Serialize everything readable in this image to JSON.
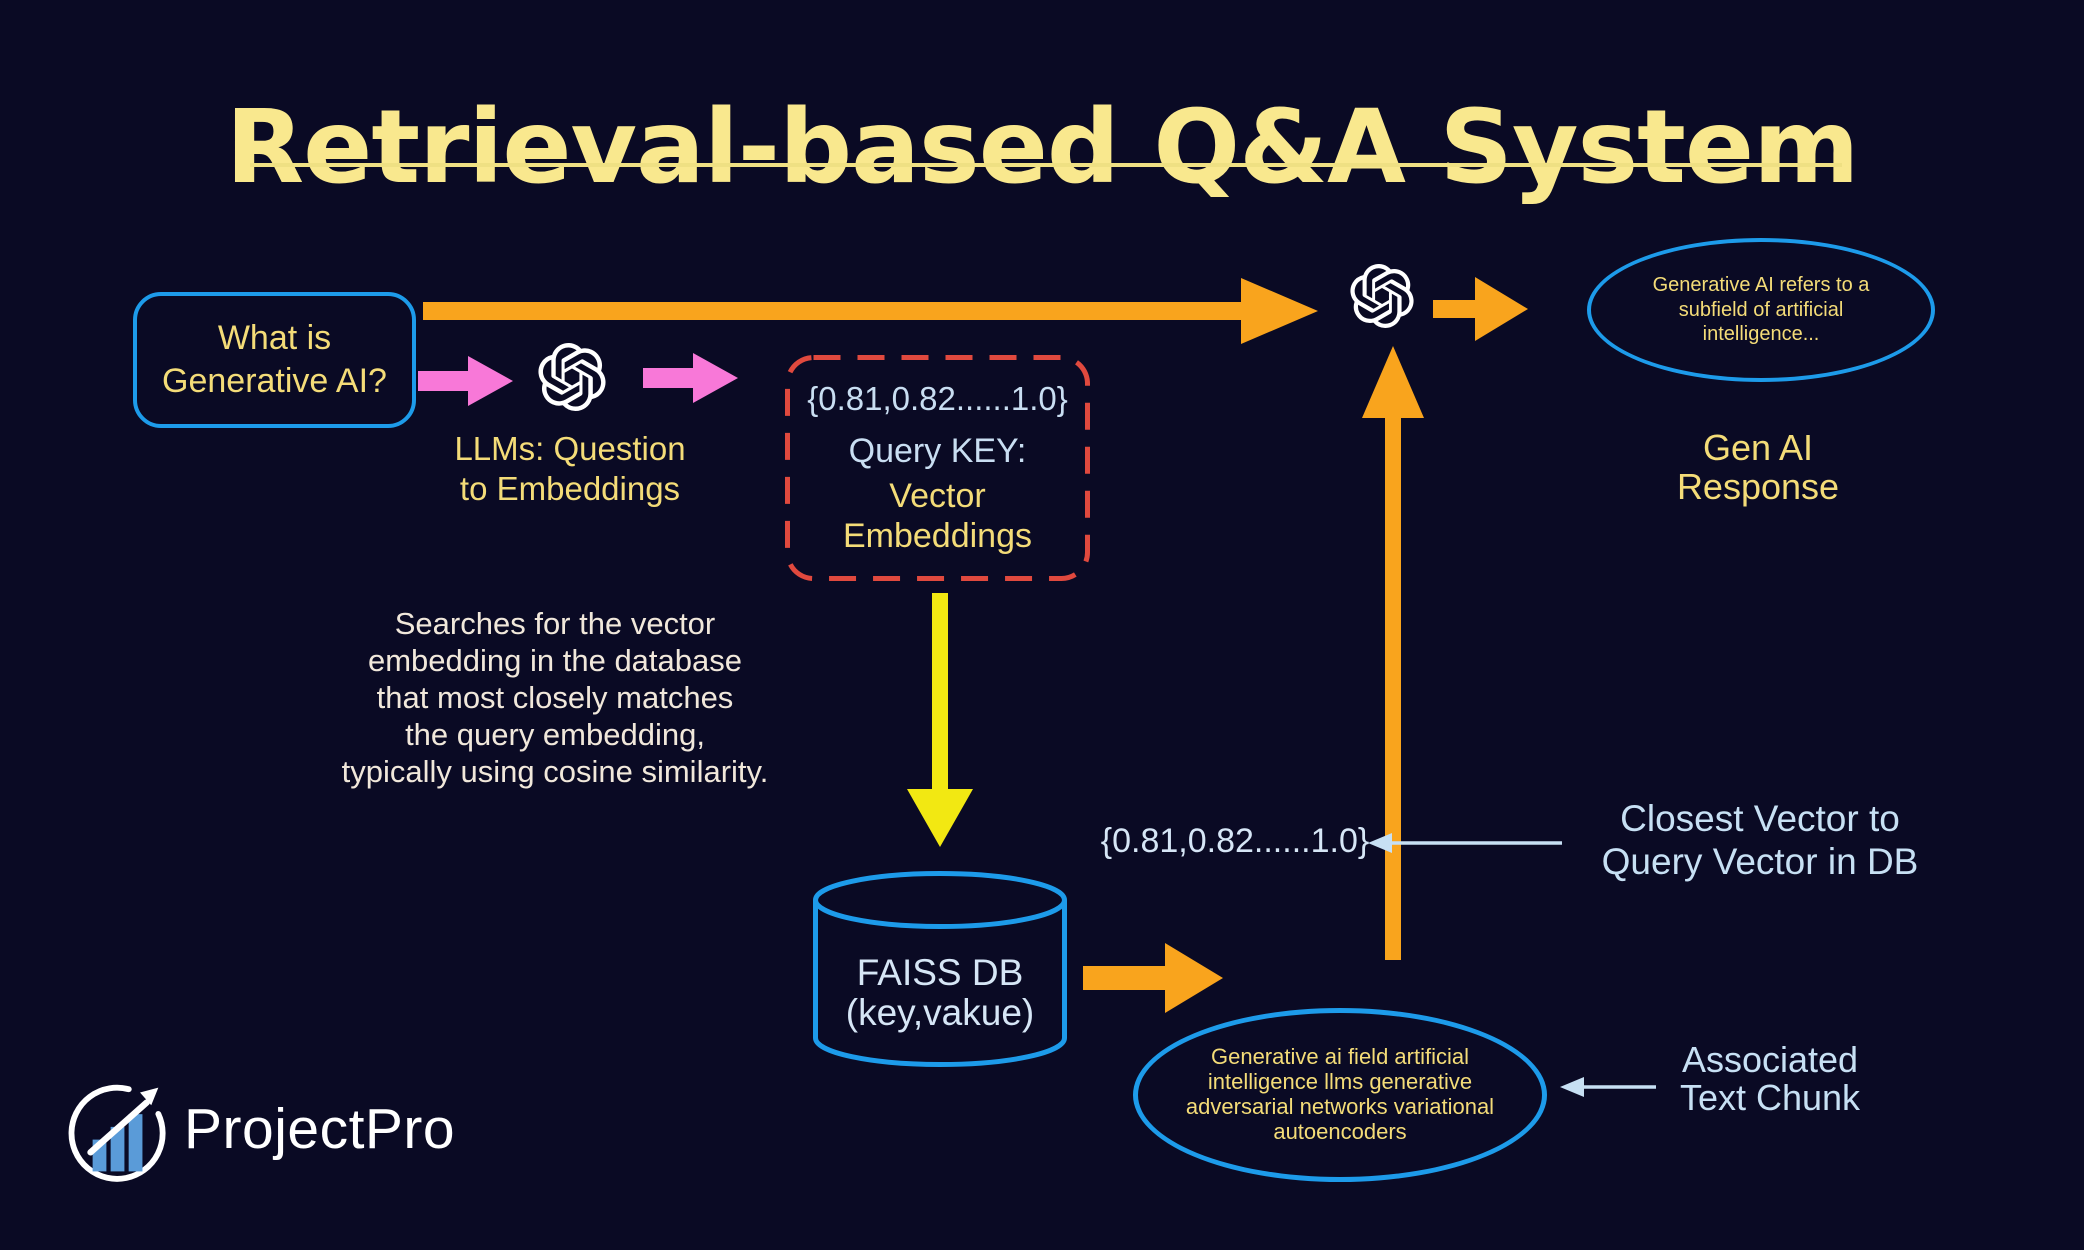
{
  "title": {
    "text": "Retrieval-based Q&A System"
  },
  "flow": {
    "question_box": "What is\nGenerative AI?",
    "llm_step_label": "LLMs: Question\nto Embeddings",
    "query_key_box": {
      "vector_value": "{0.81,0.82......1.0}",
      "title": "Query KEY:",
      "subtitle": "Vector\nEmbeddings"
    },
    "search_note": "Searches for the vector\nembedding in the database\nthat most closely matches\nthe query embedding,\ntypically using cosine similarity.",
    "faiss_db": {
      "title": "FAISS DB",
      "subtitle": "(key,vakue)"
    },
    "retrieved_chunk_ellipse": "Generative ai field artificial\nintelligence llms generative\nadversarial networks variational\nautoencoders",
    "closest_vector": {
      "value": "{0.81,0.82......1.0}",
      "label": "Closest Vector to\nQuery Vector in DB"
    },
    "associated_chunk_label": "Associated\nText Chunk",
    "response_ellipse": "Generative AI refers to a\nsubfield of artificial\nintelligence...",
    "response_label": "Gen AI\nResponse"
  },
  "brand": {
    "name": "ProjectPro"
  },
  "icons": {
    "question_encoder": "openai-logo",
    "answer_generator": "openai-logo",
    "vector_store": "database-cylinder",
    "brand_mark": "growth-chart-circle-arrow"
  },
  "colors": {
    "background": "#0a0a24",
    "title_yellow": "#f9e88e",
    "text_yellow": "#f4dc78",
    "border_blue": "#1d9bea",
    "arrow_orange": "#f9a41d",
    "arrow_pink": "#f878d8",
    "arrow_yellow": "#f2e812",
    "dashed_red": "#e0493e",
    "text_light_blue": "#c7e0f4",
    "text_cream": "#f1e8db",
    "brand_bar_blue": "#5a9bd8"
  }
}
